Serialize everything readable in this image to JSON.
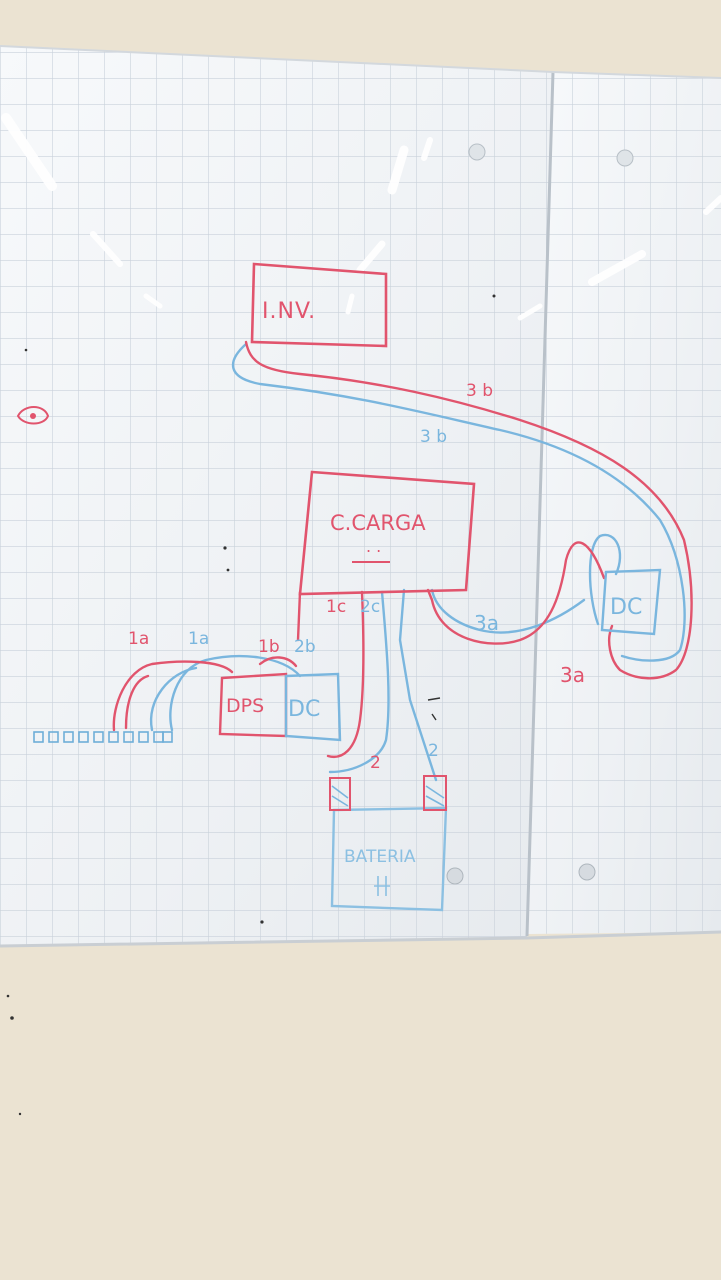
{
  "whiteboard": {
    "boxes": {
      "inverter": "I.NV.",
      "charge_controller": "C.CARGA",
      "charge_controller_face": ". .",
      "dps": "DPS",
      "dc_left": "DC",
      "dc_right": "DC",
      "battery": "BATERIA"
    },
    "labels": {
      "label_3b_red": "3 b",
      "label_3b_blue": "3 b",
      "label_1a_red": "1a",
      "label_1a_blue": "1a",
      "label_1b_red": "1b",
      "label_2b_blue": "2b",
      "label_1c_red": "1c",
      "label_2c_blue": "2c",
      "label_3a_blue": "3a",
      "label_3a_red": "3a",
      "label_2_red": "2",
      "label_2_blue": "2"
    },
    "colors": {
      "red_marker": "#e0506a",
      "blue_marker": "#76b4dc",
      "board": "#f4f6f8",
      "grid": "#c3ccd6",
      "wall": "#ebe3d1"
    }
  }
}
